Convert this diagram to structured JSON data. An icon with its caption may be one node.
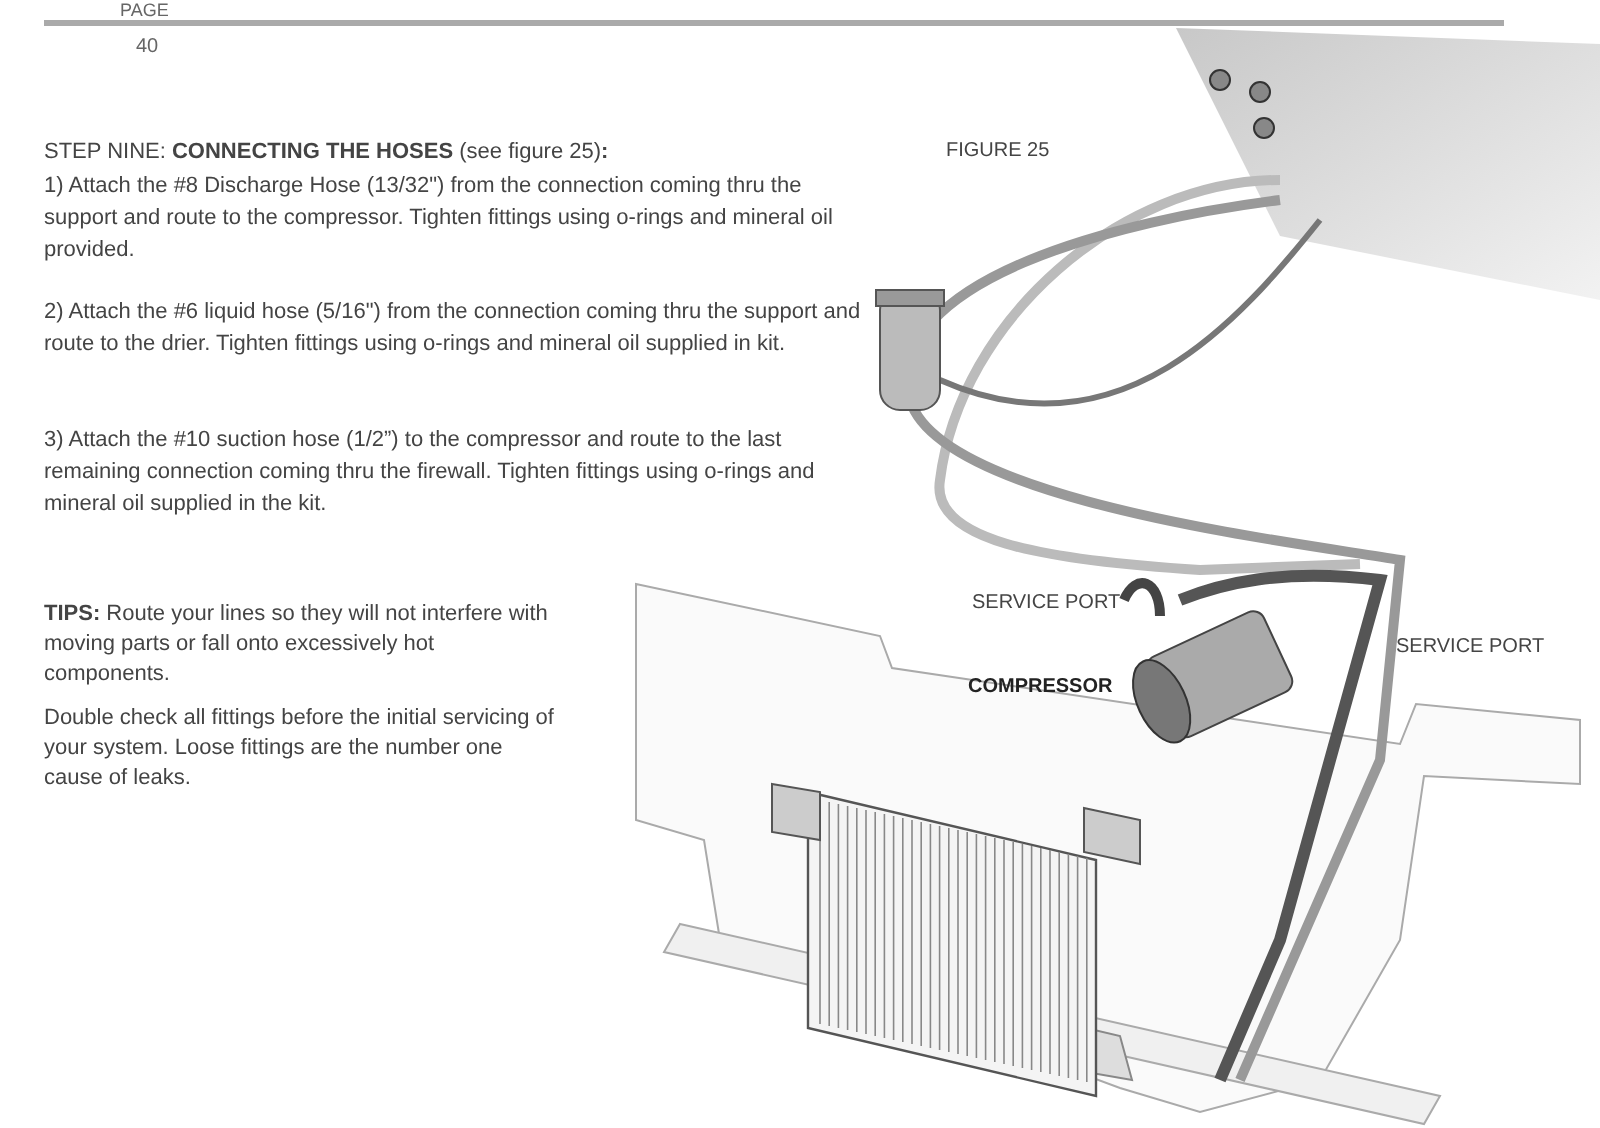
{
  "diagram": {
    "title": "STEP NINE: **CONNECTING THE HOSES** (see figure 25)**:**",
    "labels": [
      "PAGE",
      "40",
      "1) Attach the #8 Discharge Hose (13/32\") from the connection coming thru the support and route to the compressor. Tighten fittings using o-rings and mineral oil provided.",
      "2) Attach the #6 liquid hose (5/16\") from the connection coming thru the support and route to the drier.  Tighten fittings using o-rings and mineral oil supplied in kit.",
      "3) Attach the #10 suction hose (1/2”) to the compressor and route to the last remaining connection coming thru the firewall. Tighten fittings using o-rings and mineral oil supplied in the kit.",
      "**TIPS:** Route your lines so they will not interfere with moving parts or fall onto excessively hot components.",
      "Double check all fittings before the initial servicing of your system. Loose fittings are the number one cause of leaks.",
      "FIGURE 25",
      "SERVICE PORT",
      "COMPRESSOR",
      "SERVICE PORT"
    ]
  }
}
